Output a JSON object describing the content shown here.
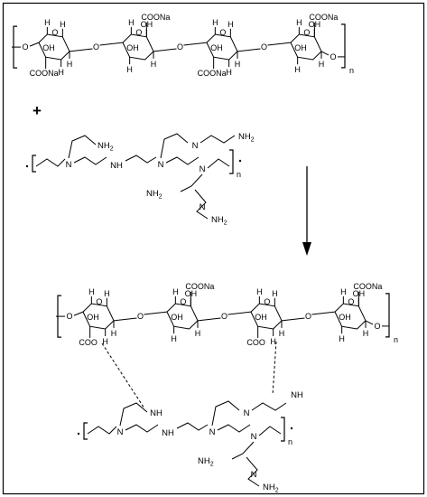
{
  "labels": {
    "oh": "OH",
    "h": "H",
    "o": "O",
    "coona": "COONa",
    "coo": "COO",
    "nh": "NH",
    "nh2": "NH",
    "sub2": "2",
    "n": "N",
    "repeat_n": "n",
    "plus": "+"
  },
  "colors": {
    "ink": "#000000",
    "background": "#ffffff",
    "frame": "#000000"
  }
}
